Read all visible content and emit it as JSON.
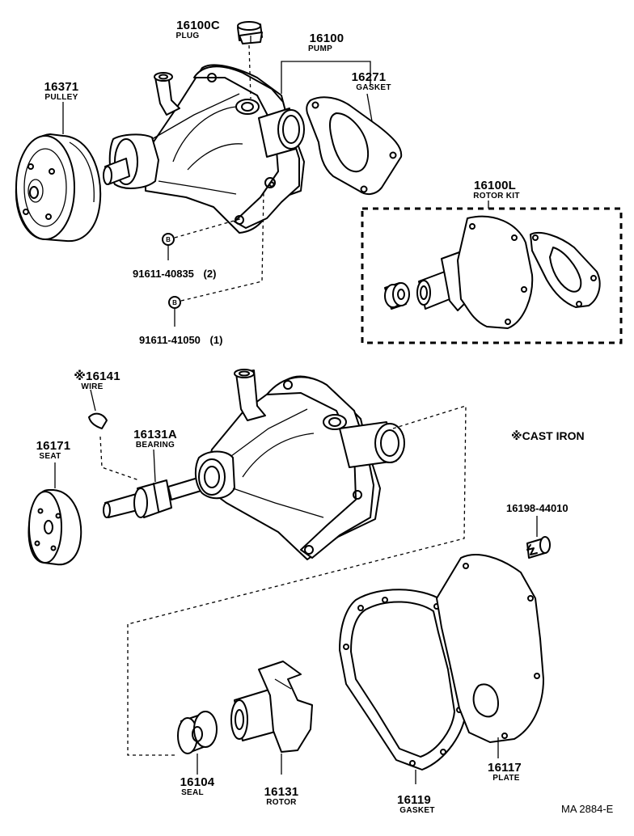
{
  "callouts": [
    {
      "id": "p16100c",
      "number": "16100C",
      "name": "PLUG"
    },
    {
      "id": "p16100",
      "number": "16100",
      "name": "PUMP"
    },
    {
      "id": "p16271",
      "number": "16271",
      "name": "GASKET"
    },
    {
      "id": "p16371",
      "number": "16371",
      "name": "PULLEY"
    },
    {
      "id": "p16100l",
      "number": "16100L",
      "name": "ROTOR KIT"
    },
    {
      "id": "p16141",
      "number": "※16141",
      "name": "WIRE"
    },
    {
      "id": "p16131a",
      "number": "16131A",
      "name": "BEARING"
    },
    {
      "id": "p16171",
      "number": "16171",
      "name": "SEAT"
    },
    {
      "id": "p16104",
      "number": "16104",
      "name": "SEAL"
    },
    {
      "id": "p16131",
      "number": "16131",
      "name": "ROTOR"
    },
    {
      "id": "p16119",
      "number": "16119",
      "name": "GASKET"
    },
    {
      "id": "p16117",
      "number": "16117",
      "name": "PLATE"
    }
  ],
  "bolts": [
    {
      "number": "91611-40835",
      "qty": "(2)"
    },
    {
      "number": "91611-41050",
      "qty": "(1)"
    },
    {
      "number": "16198-44010",
      "qty": ""
    }
  ],
  "note": "※CAST IRON",
  "drawing_code": "MA 2884-E"
}
